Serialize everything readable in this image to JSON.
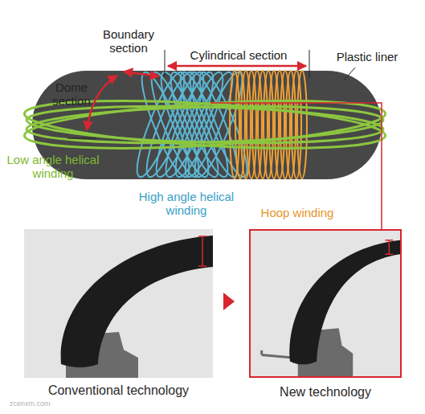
{
  "diagram": {
    "nodes": [
      {
        "text": [
          "Conventional technology"
        ]
      },
      {
        "text": [
          "New technology"
        ]
      }
    ],
    "labels": [
      "Boundary section",
      "Cylindrical section",
      "Plastic liner",
      "Dome section",
      "Low angle helical winding",
      "High angle helical winding",
      "Hoop winding",
      "zcenxm.com"
    ]
  }
}
